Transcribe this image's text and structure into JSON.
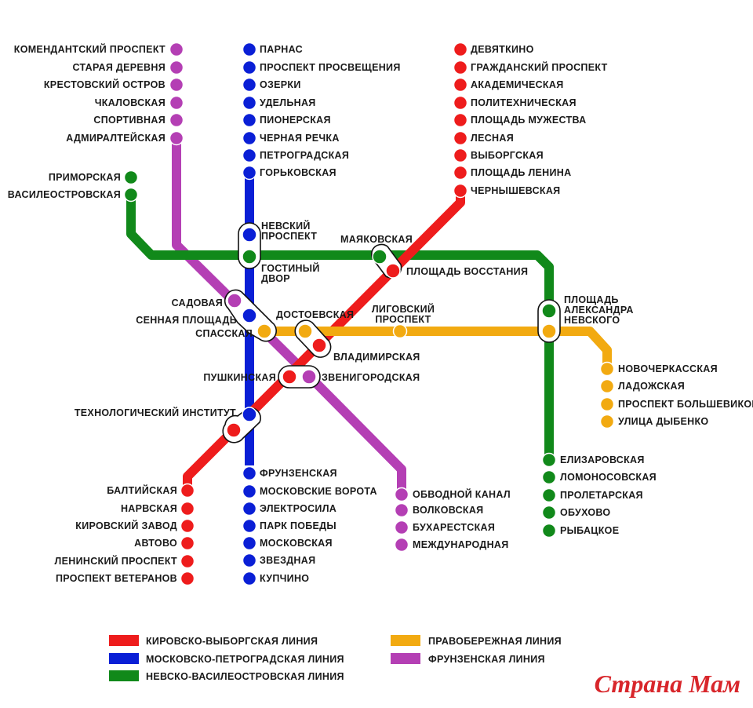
{
  "colors": {
    "red": "#ee1c1c",
    "blue": "#0a1fd6",
    "green": "#11891a",
    "orange": "#f2aa11",
    "purple": "#b43fb4"
  },
  "stations": {
    "komendantsky": "КОМЕНДАНТСКИЙ ПРОСПЕКТ",
    "staraya_derevnya": "СТАРАЯ ДЕРЕВНЯ",
    "krestovsky": "КРЕСТОВСКИЙ ОСТРОВ",
    "chkalovskaya": "ЧКАЛОВСКАЯ",
    "sportivnaya": "СПОРТИВНАЯ",
    "admiralteyskaya": "АДМИРАЛТЕЙСКАЯ",
    "parnas": "ПАРНАС",
    "prosvescheniya": "ПРОСПЕКТ ПРОСВЕЩЕНИЯ",
    "ozerki": "ОЗЕРКИ",
    "udelnaya": "УДЕЛЬНАЯ",
    "pionerskaya": "ПИОНЕРСКАЯ",
    "chernaya_rechka": "ЧЕРНАЯ РЕЧКА",
    "petrogradskaya": "ПЕТРОГРАДСКАЯ",
    "gorkovskaya": "ГОРЬКОВСКАЯ",
    "devyatkino": "ДЕВЯТКИНО",
    "grazhdansky": "ГРАЖДАНСКИЙ ПРОСПЕКТ",
    "akademicheskaya": "АКАДЕМИЧЕСКАЯ",
    "politekhnicheskaya": "ПОЛИТЕХНИЧЕСКАЯ",
    "muzhestva": "ПЛОЩАДЬ МУЖЕСТВА",
    "lesnaya": "ЛЕСНАЯ",
    "vyborgskaya": "ВЫБОРГСКАЯ",
    "lenina": "ПЛОЩАДЬ ЛЕНИНА",
    "chernyshevskaya": "ЧЕРНЫШЕВСКАЯ",
    "primorskaya": "ПРИМОРСКАЯ",
    "vasileostrovskaya": "ВАСИЛЕОСТРОВСКАЯ",
    "nevsky_1": "НЕВСКИЙ",
    "nevsky_2": "ПРОСПЕКТ",
    "gostiny_1": "ГОСТИНЫЙ",
    "gostiny_2": "ДВОР",
    "mayakovskaya": "МАЯКОВСКАЯ",
    "vosstaniya": "ПЛОЩАДЬ ВОССТАНИЯ",
    "sadovaya": "САДОВАЯ",
    "sennaya": "СЕННАЯ ПЛОЩАДЬ",
    "spasskaya": "СПАССКАЯ",
    "dostoevskaya": "ДОСТОЕВСКАЯ",
    "ligovsky_1": "ЛИГОВСКИЙ",
    "ligovsky_2": "ПРОСПЕКТ",
    "alexandra_1": "ПЛОЩАДЬ",
    "alexandra_2": "АЛЕКСАНДРА",
    "alexandra_3": "НЕВСКОГО",
    "vladimirskaya": "ВЛАДИМИРСКАЯ",
    "pushkinskaya": "ПУШКИНСКАЯ",
    "zvenigorodskaya": "ЗВЕНИГОРОДСКАЯ",
    "tekhnologichesky": "ТЕХНОЛОГИЧЕСКИЙ ИНСТИТУТ",
    "novocherkasskaya": "НОВОЧЕРКАССКАЯ",
    "ladozhskaya": "ЛАДОЖСКАЯ",
    "bolshevikov": "ПРОСПЕКТ БОЛЬШЕВИКОВ",
    "dybenko": "УЛИЦА ДЫБЕНКО",
    "frunzenskaya": "ФРУНЗЕНСКАЯ",
    "moskovskie_vorota": "МОСКОВСКИЕ ВОРОТА",
    "elektrosila": "ЭЛЕКТРОСИЛА",
    "park_pobedy": "ПАРК ПОБЕДЫ",
    "moskovskaya": "МОСКОВСКАЯ",
    "zvezdnaya": "ЗВЕЗДНАЯ",
    "kupchino": "КУПЧИНО",
    "baltiyskaya": "БАЛТИЙСКАЯ",
    "narvskaya": "НАРВСКАЯ",
    "kirovsky_zavod": "КИРОВСКИЙ ЗАВОД",
    "avtovo": "АВТОВО",
    "leninsky": "ЛЕНИНСКИЙ ПРОСПЕКТ",
    "veteranov": "ПРОСПЕКТ ВЕТЕРАНОВ",
    "obvodny": "ОБВОДНОЙ КАНАЛ",
    "volkovskaya": "ВОЛКОВСКАЯ",
    "bukharestskaya": "БУХАРЕСТСКАЯ",
    "mezhdunarodnaya": "МЕЖДУНАРОДНАЯ",
    "elizarovskaya": "ЕЛИЗАРОВСКАЯ",
    "lomonosovskaya": "ЛОМОНОСОВСКАЯ",
    "proletarskaya": "ПРОЛЕТАРСКАЯ",
    "obukhovo": "ОБУХОВО",
    "rybatskoe": "РЫБАЦКОЕ"
  },
  "legend": {
    "red": "КИРОВСКО-ВЫБОРГСКАЯ ЛИНИЯ",
    "blue": "МОСКОВСКО-ПЕТРОГРАДСКАЯ ЛИНИЯ",
    "green": "НЕВСКО-ВАСИЛЕОСТРОВСКАЯ ЛИНИЯ",
    "orange": "ПРАВОБЕРЕЖНАЯ ЛИНИЯ",
    "purple": "ФРУНЗЕНСКАЯ ЛИНИЯ"
  },
  "watermark": "Страна Мам"
}
